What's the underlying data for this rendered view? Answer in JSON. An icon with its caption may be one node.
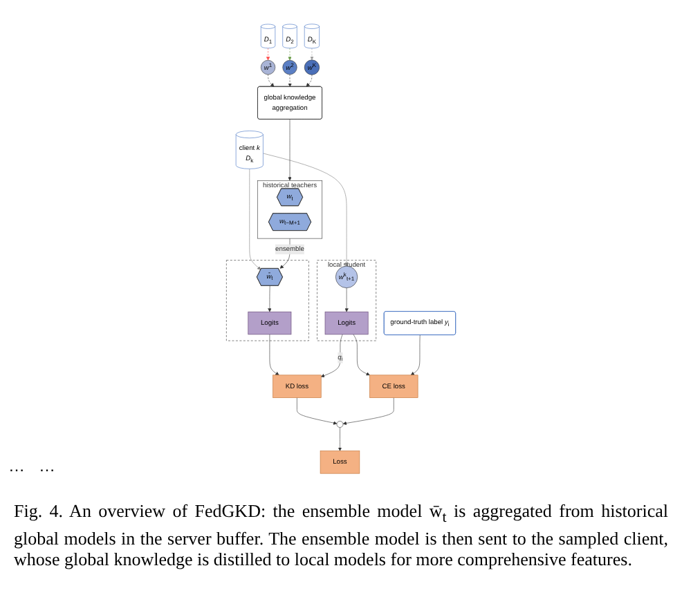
{
  "diagram": {
    "caption": "Fig. 4. An overview of FedGKD: the ensemble model w̄$_{t}$ is aggregated from historical global models in the server buffer. The ensemble model is then sent to the sampled client, whose global knowledge is distilled to local models for more comprehensive features.",
    "nodes": [
      {
        "text": [
          "global knowledge",
          "aggregation"
        ]
      },
      {
        "text": [
          "historical teachers"
        ]
      },
      {
        "text": [
          "*w*$_{t}$"
        ],
        "in": 1
      },
      {
        "text": [
          "*w*$_{t−M+1}$"
        ],
        "in": 1
      },
      {
        "text": [
          "*w*$^{1}$"
        ]
      },
      {
        "text": [
          "*w*$^{2}$"
        ]
      },
      {
        "text": [
          "*w*$^{K}$"
        ]
      },
      {
        "text": [
          "*D*$_{1}$"
        ]
      },
      {
        "text": [
          "*D*$_{2}$"
        ]
      },
      {
        "text": [
          "*D*$_{K}$"
        ]
      },
      {
        "text": [],
        "shape": "box"
      },
      {
        "text": [
          "*w̄*$_{t}$"
        ],
        "in": 10
      },
      {
        "text": [
          "Logits"
        ],
        "in": 10
      },
      {
        "text": [
          "local student"
        ]
      },
      {
        "text": [
          "*w*$^{k}$$_{t+1}$"
        ],
        "in": 13
      },
      {
        "text": [
          "Logits"
        ],
        "in": 13
      },
      {
        "text": [
          "client *k*",
          "*D*$_{k}$"
        ]
      },
      {
        "text": [
          "KD loss"
        ]
      },
      {
        "text": [
          "CE loss"
        ]
      },
      {
        "text": [],
        "shape": "circle"
      },
      {
        "text": [
          "Loss"
        ]
      },
      {
        "text": [
          "ground-truth label *y*$_{i}$"
        ]
      }
    ],
    "edges": [
      {
        "from": 0,
        "to": 1,
        "arrow": "to"
      },
      {
        "from": 4,
        "to": 0,
        "arrow": "to",
        "style": "dashed"
      },
      {
        "from": 5,
        "to": 0,
        "arrow": "to",
        "style": "dashed"
      },
      {
        "from": 6,
        "to": 0,
        "arrow": "to",
        "style": "dashed"
      },
      {
        "from": 7,
        "to": 4,
        "arrow": "to",
        "style": "dashed",
        "color": "#ff5050"
      },
      {
        "from": 8,
        "to": 5,
        "arrow": "to",
        "style": "dashed",
        "color": "#70a050"
      },
      {
        "from": 9,
        "to": 6,
        "arrow": "to",
        "style": "dashed",
        "color": "#a0a0a0"
      },
      {
        "from": 1,
        "to": 11,
        "arrow": "to",
        "label": "ensemble"
      },
      {
        "from": 16,
        "to": 11,
        "arrow": "to",
        "color": "#808080"
      },
      {
        "from": 16,
        "to": 14,
        "arrow": "to",
        "color": "#808080"
      },
      {
        "from": 11,
        "to": 12,
        "arrow": "to"
      },
      {
        "from": 12,
        "to": 17,
        "arrow": "to"
      },
      {
        "from": 14,
        "to": 15,
        "arrow": "to"
      },
      {
        "from": 15,
        "to": 17,
        "arrow": "to",
        "label": "*q*$_{i}$"
      },
      {
        "from": 15,
        "to": 18,
        "arrow": "to"
      },
      {
        "from": 21,
        "to": 18,
        "arrow": "to"
      },
      {
        "from": 17,
        "to": 19,
        "arrow": "to"
      },
      {
        "from": 18,
        "to": 19,
        "arrow": "to"
      },
      {
        "from": 19,
        "to": 20,
        "arrow": "to"
      }
    ],
    "labels": [
      "…",
      "…"
    ]
  }
}
